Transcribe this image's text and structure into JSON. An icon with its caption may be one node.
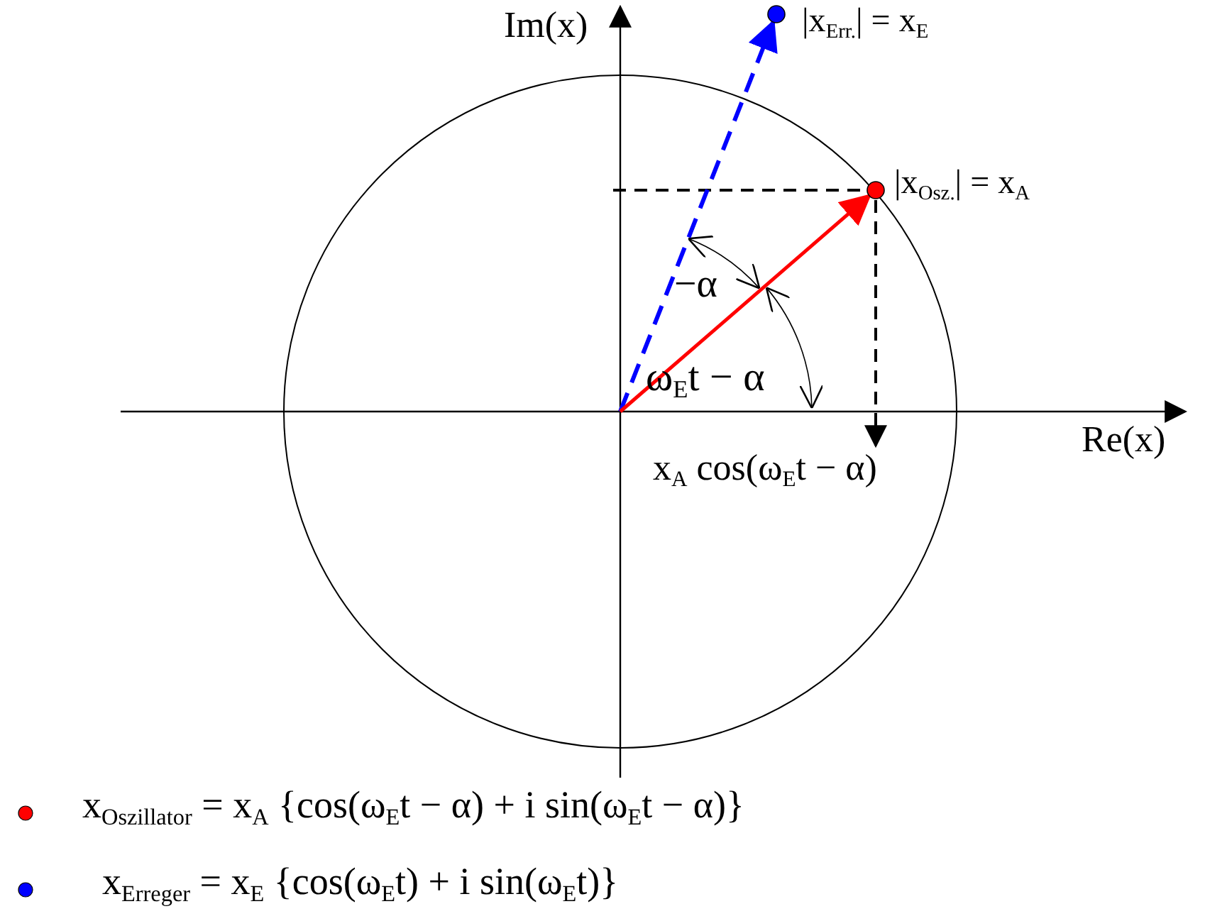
{
  "diagram": {
    "nodes": [
      {
        "text": [],
        "shape": "circle",
        "beside": [
          "|x$_{Err.}$| = x$_{E}$"
        ]
      },
      {
        "text": [],
        "shape": "circle",
        "beside": [
          "|x$_{Osz.}$| = x$_{A}$"
        ]
      }
    ],
    "edges": [
      {
        "from": null,
        "to": 0,
        "arrow": "to",
        "style": "dashed",
        "color": "#0000ff"
      },
      {
        "from": null,
        "to": 1,
        "arrow": "to",
        "color": "#ff0000"
      }
    ],
    "labels": [
      "Im(x)",
      "−α",
      "ω$_{E}$t − α",
      "Re(x)",
      "x$_{A}$ cos(ω$_{E}$t − α)"
    ],
    "legend": [
      {
        "text": "x$_{Oszillator}$ = x$_{A}$ {cos(ω$_{E}$t − α) + i sin(ω$_{E}$t − α)}",
        "color": "#ff0000"
      },
      {
        "text": "x$_{Erreger}$ = x$_{E}$ {cos(ω$_{E}$t) + i sin(ω$_{E}$t)}",
        "color": "#0000ff"
      }
    ]
  }
}
